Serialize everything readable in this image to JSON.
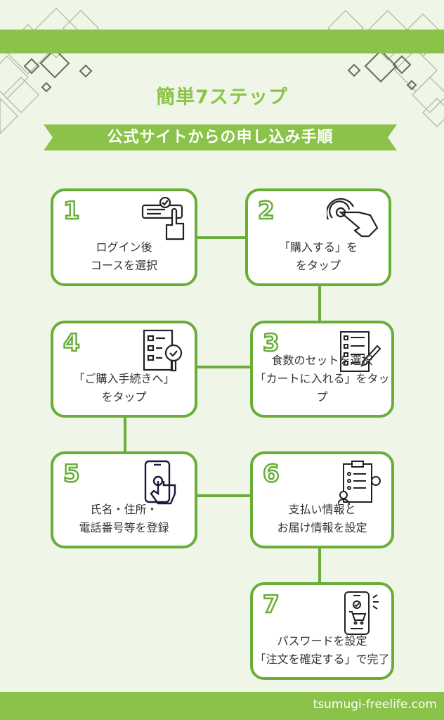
{
  "header": {
    "title": "簡単7ステップ",
    "subtitle": "公式サイトからの申し込み手順"
  },
  "colors": {
    "accent": "#8bc34a",
    "border": "#6aae3a",
    "background": "#eff6e7"
  },
  "steps": [
    {
      "number": "1",
      "line1": "ログイン後",
      "line2": "コースを選択",
      "icon": "login-check-hand-icon"
    },
    {
      "number": "2",
      "line1": "「購入する」を",
      "line2": "をタップ",
      "icon": "tap-hand-icon"
    },
    {
      "number": "3",
      "line1": "食数のセットを選択",
      "line2": "「カートに入れる」をタップ",
      "icon": "checklist-pencil-icon"
    },
    {
      "number": "4",
      "line1": "「ご購入手続きへ」",
      "line2": "をタップ",
      "icon": "checklist-magnifier-icon"
    },
    {
      "number": "5",
      "line1": "氏名・住所・",
      "line2": "電話番号等を登録",
      "icon": "smartphone-touch-icon"
    },
    {
      "number": "6",
      "line1": "支払い情報と",
      "line2": "お届け情報を設定",
      "icon": "clipboard-person-gear-icon"
    },
    {
      "number": "7",
      "line1": "パスワードを設定",
      "line2": "「注文を確定する」で完了",
      "icon": "phone-cart-icon"
    }
  ],
  "footer": {
    "site": "tsumugi-freelife.com"
  }
}
